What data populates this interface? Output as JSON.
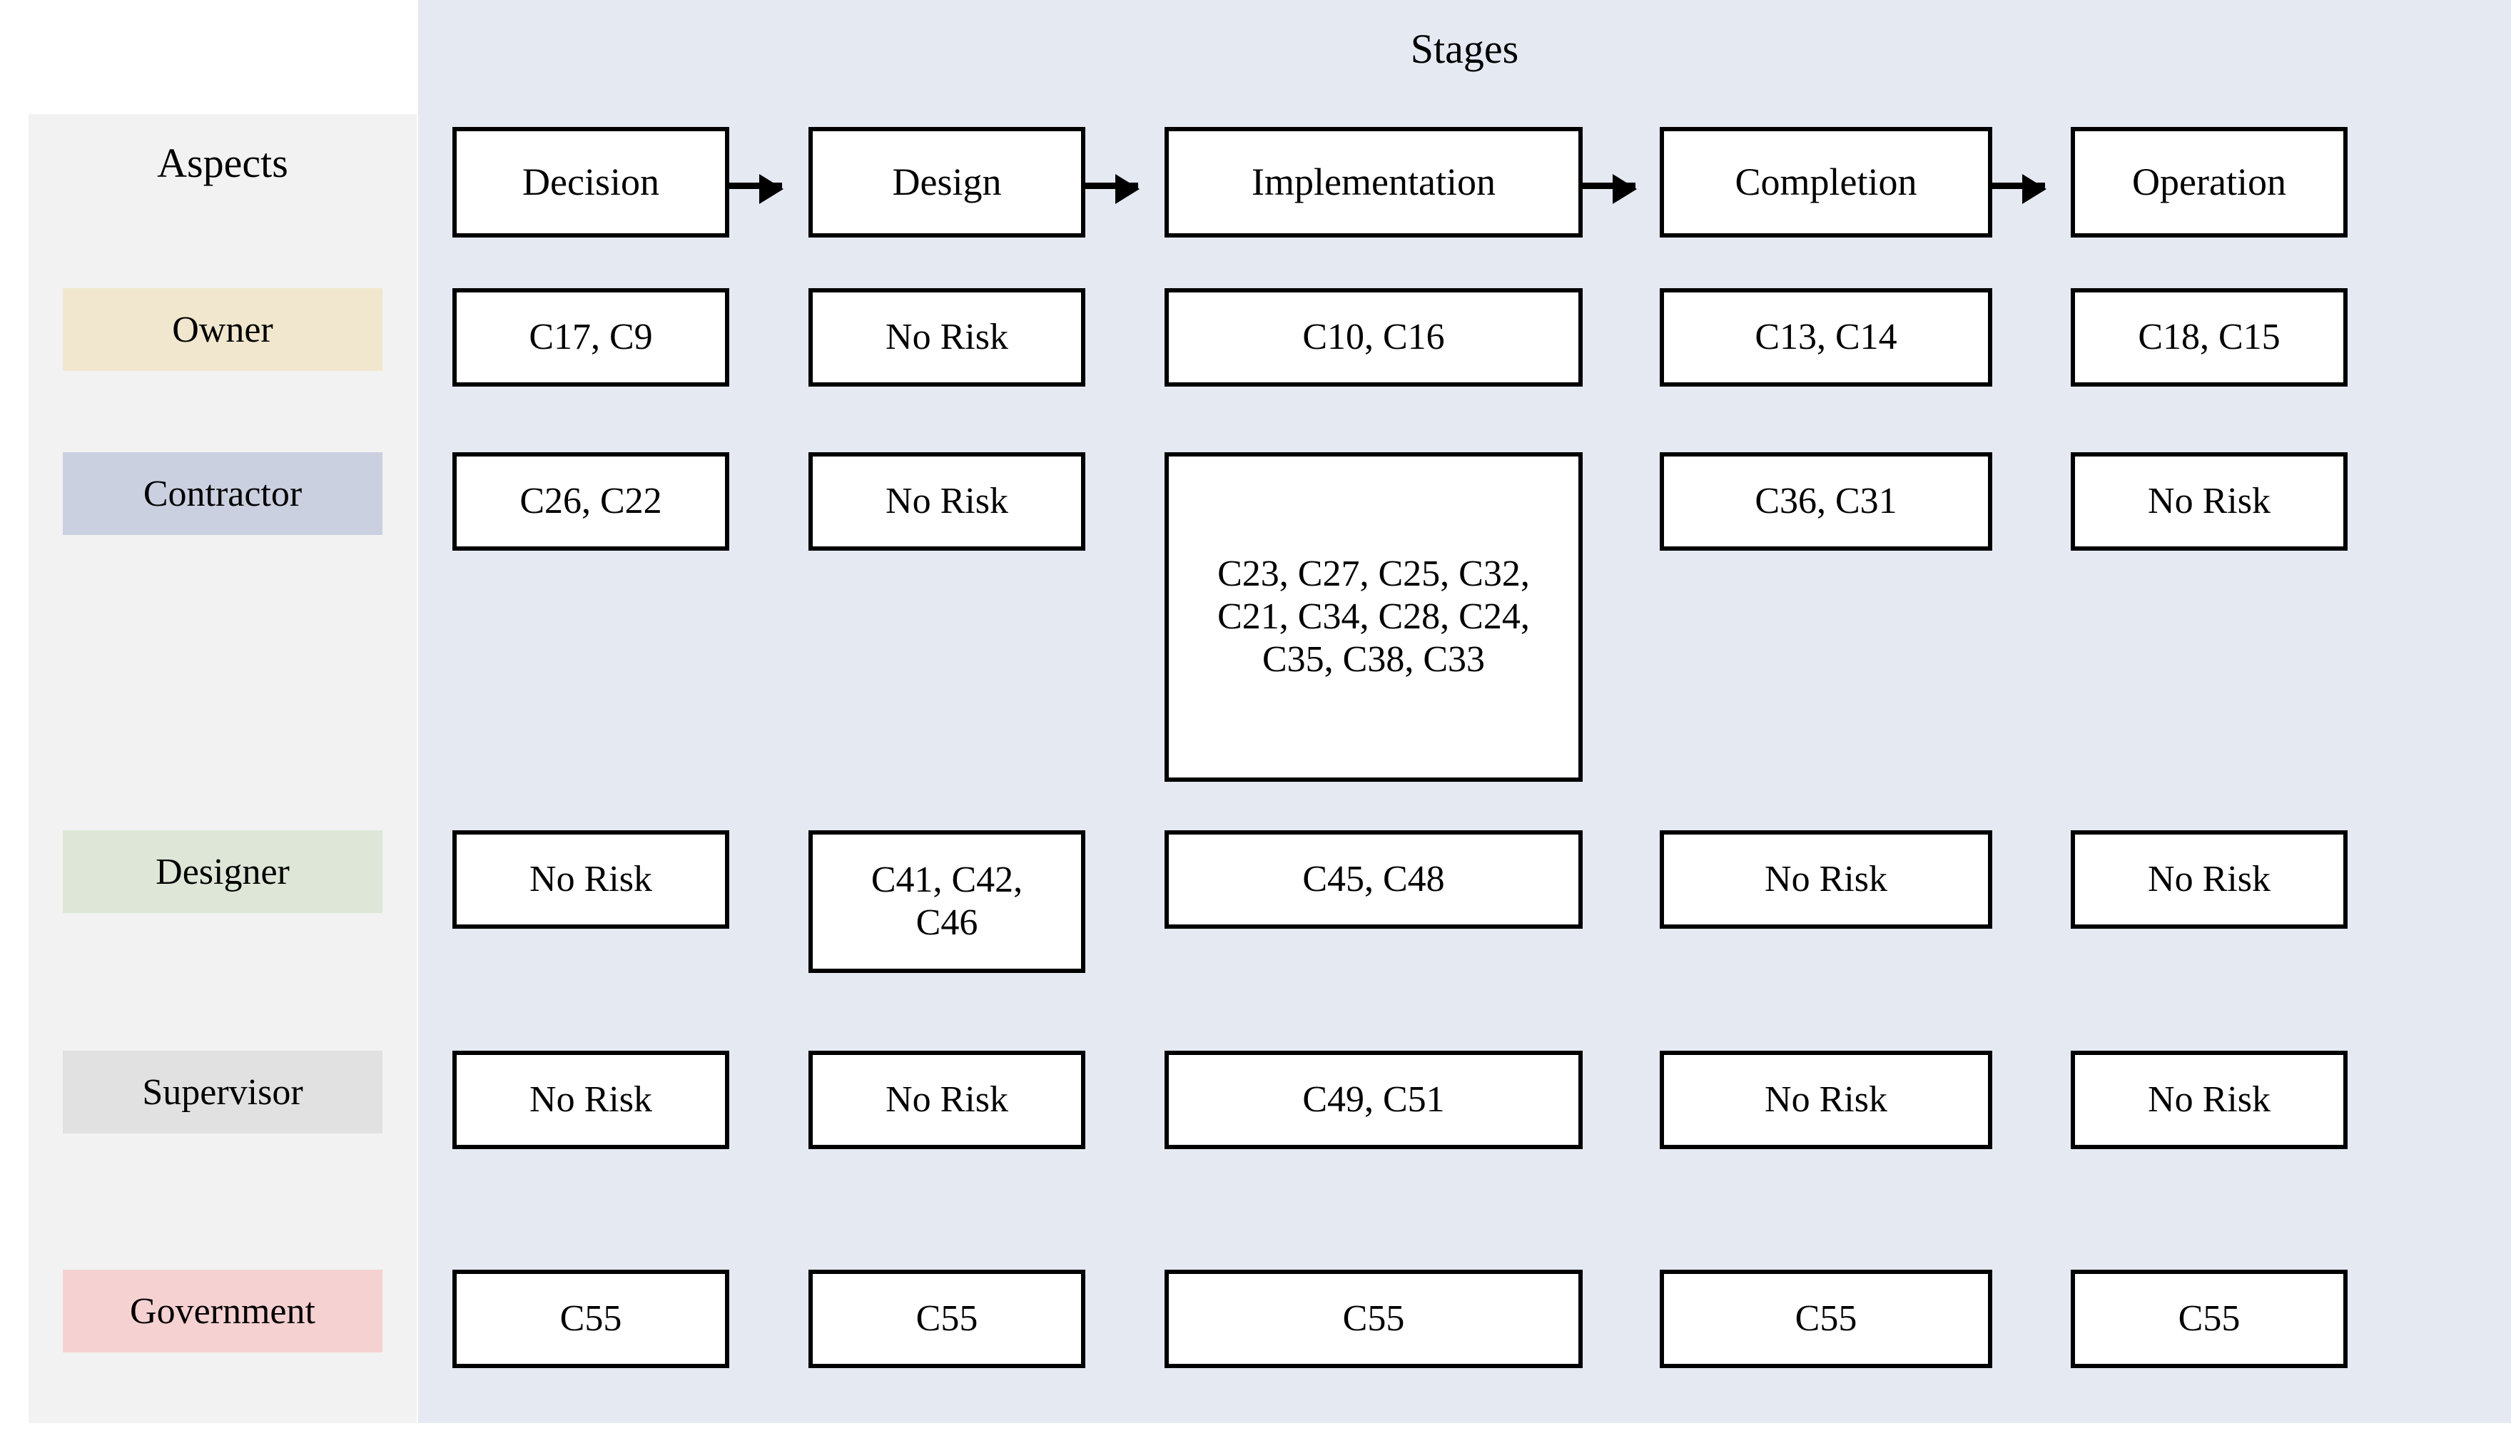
{
  "headings": {
    "stages": "Stages",
    "aspects": "Aspects"
  },
  "colors": {
    "panel_background": "#e5e9f2",
    "aspects_column_background": "#f2f2f2",
    "box_border": "#000000",
    "box_fill": "#ffffff",
    "owner_label": "#f0e7ce",
    "contractor_label": "#cbd0e0",
    "designer_label": "#dee7d7",
    "supervisor_label": "#e1e1e1",
    "government_label": "#f6d1d1"
  },
  "stages": [
    {
      "id": "decision",
      "label": "Decision"
    },
    {
      "id": "design",
      "label": "Design"
    },
    {
      "id": "implementation",
      "label": "Implementation"
    },
    {
      "id": "completion",
      "label": "Completion"
    },
    {
      "id": "operation",
      "label": "Operation"
    }
  ],
  "aspects": [
    {
      "id": "owner",
      "label": "Owner"
    },
    {
      "id": "contractor",
      "label": "Contractor"
    },
    {
      "id": "designer",
      "label": "Designer"
    },
    {
      "id": "supervisor",
      "label": "Supervisor"
    },
    {
      "id": "government",
      "label": "Government"
    }
  ],
  "no_risk_text": "No Risk",
  "matrix": {
    "owner": {
      "decision": "C17, C9",
      "design": "No Risk",
      "implementation": "C10, C16",
      "completion": "C13, C14",
      "operation": "C18, C15"
    },
    "contractor": {
      "decision": "C26, C22",
      "design": "No Risk",
      "implementation": "C23, C27, C25, C32, C21, C34, C28, C24, C35, C38, C33",
      "completion": "C36, C31",
      "operation": "No Risk"
    },
    "designer": {
      "decision": "No Risk",
      "design": "C41, C42, C46",
      "implementation": "C45, C48",
      "completion": "No Risk",
      "operation": "No Risk"
    },
    "supervisor": {
      "decision": "No Risk",
      "design": "No Risk",
      "implementation": "C49, C51",
      "completion": "No Risk",
      "operation": "No Risk"
    },
    "government": {
      "decision": "C55",
      "design": "C55",
      "implementation": "C55",
      "completion": "C55",
      "operation": "C55"
    }
  },
  "flow_arrows": [
    {
      "from": "decision",
      "to": "design"
    },
    {
      "from": "design",
      "to": "implementation"
    },
    {
      "from": "implementation",
      "to": "completion"
    },
    {
      "from": "completion",
      "to": "operation"
    }
  ]
}
